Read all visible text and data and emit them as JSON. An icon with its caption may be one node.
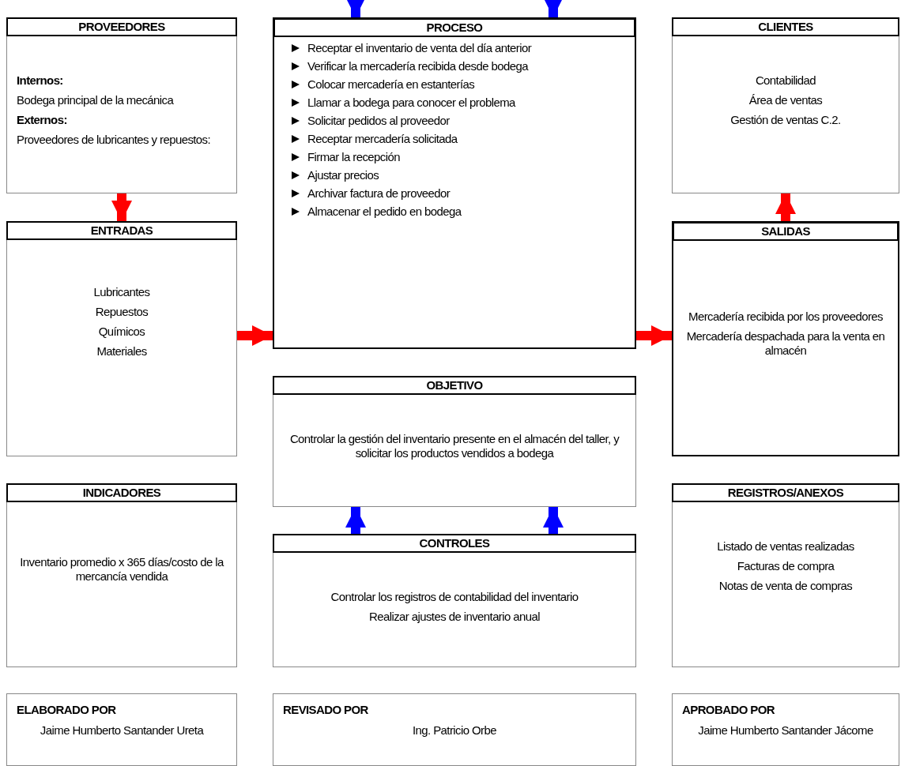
{
  "diagram": {
    "nodes": [
      {
        "text": [
          "PROVEEDORES",
          "Internos:",
          "Bodega principal de la mecánica",
          "Externos:",
          "Proveedores de lubricantes y repuestos:"
        ]
      },
      {
        "text": [
          "PROCESO",
          "Receptar el inventario de venta del día anterior",
          "Verificar la mercadería recibida desde bodega",
          "Colocar mercadería en estanterías",
          "Llamar a bodega para conocer el problema",
          "Solicitar pedidos al proveedor",
          "Receptar mercadería solicitada",
          "Firmar la recepción",
          "Ajustar precios",
          "Archivar factura de proveedor",
          "Almacenar el pedido en bodega"
        ]
      },
      {
        "text": [
          "CLIENTES",
          "Contabilidad",
          "Área de ventas",
          "Gestión de ventas C.2."
        ]
      },
      {
        "text": [
          "ENTRADAS",
          "Lubricantes",
          "Repuestos",
          "Químicos",
          "Materiales"
        ]
      },
      {
        "text": [
          "SALIDAS",
          "Mercadería recibida por los proveedores",
          "Mercadería despachada para la venta en almacén"
        ]
      },
      {
        "text": [
          "OBJETIVO",
          "Controlar la gestión del inventario presente en el almacén del taller, y solicitar los productos vendidos a bodega"
        ]
      },
      {
        "text": [
          "INDICADORES",
          "Inventario promedio x 365 días/costo de la mercancía vendida"
        ]
      },
      {
        "text": [
          "CONTROLES",
          "Controlar los registros de contabilidad del inventario",
          "Realizar ajustes de inventario anual"
        ]
      },
      {
        "text": [
          "REGISTROS/ANEXOS",
          "Listado de ventas realizadas",
          "Facturas de compra",
          "Notas de venta de compras"
        ]
      },
      {
        "text": [
          "ELABORADO POR",
          "Jaime Humberto Santander Ureta"
        ]
      },
      {
        "text": [
          "REVISADO POR",
          "Ing. Patricio Orbe"
        ]
      },
      {
        "text": [
          "APROBADO POR",
          "Jaime Humberto Santander Jácome"
        ]
      }
    ],
    "edges": [
      {
        "from": null,
        "to": 1,
        "arrow": "to",
        "color": "#0000ff"
      },
      {
        "from": null,
        "to": 1,
        "arrow": "to",
        "color": "#0000ff"
      },
      {
        "from": 0,
        "to": 3,
        "arrow": "to",
        "color": "#ff0000"
      },
      {
        "from": 3,
        "to": 1,
        "arrow": "to",
        "color": "#ff0000"
      },
      {
        "from": 1,
        "to": 4,
        "arrow": "to",
        "color": "#ff0000"
      },
      {
        "from": 4,
        "to": 2,
        "arrow": "to",
        "color": "#ff0000"
      },
      {
        "from": 7,
        "to": 5,
        "arrow": "to",
        "color": "#0000ff"
      },
      {
        "from": 7,
        "to": 5,
        "arrow": "to",
        "color": "#0000ff"
      }
    ]
  }
}
